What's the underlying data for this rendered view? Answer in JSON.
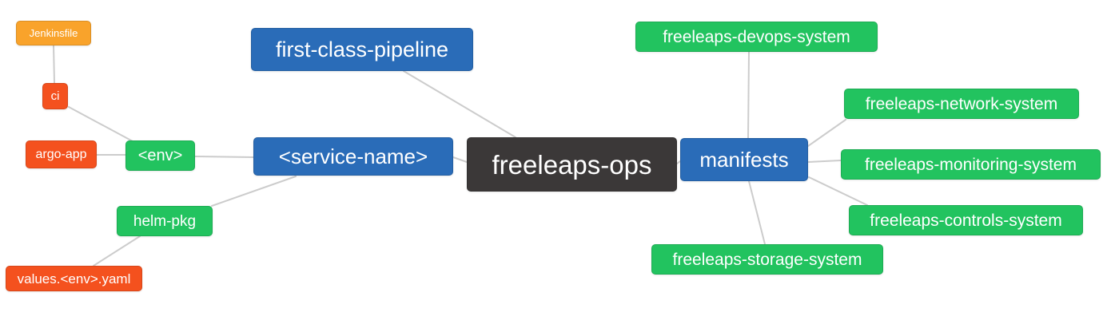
{
  "diagram": {
    "title": "freeleaps-ops mind map",
    "background": "#ffffff",
    "edge_color": "#cccccc",
    "text_color": "#ffffff",
    "palette": {
      "blue": "#2a6cb8",
      "green": "#22c35f",
      "red": "#f4511e",
      "orange": "#f9a32b",
      "dark": "#3b3838"
    },
    "nodes": [
      {
        "id": "jenkinsfile",
        "label": "Jenkinsfile",
        "color": "orange"
      },
      {
        "id": "ci",
        "label": "ci",
        "color": "red"
      },
      {
        "id": "argo-app",
        "label": "argo-app",
        "color": "red"
      },
      {
        "id": "env",
        "label": "<env>",
        "color": "green"
      },
      {
        "id": "helm-pkg",
        "label": "helm-pkg",
        "color": "green"
      },
      {
        "id": "values-env-yaml",
        "label": "values.<env>.yaml",
        "color": "red"
      },
      {
        "id": "first-class-pipeline",
        "label": "first-class-pipeline",
        "color": "blue"
      },
      {
        "id": "service-name",
        "label": "<service-name>",
        "color": "blue"
      },
      {
        "id": "freeleaps-ops",
        "label": "freeleaps-ops",
        "color": "dark"
      },
      {
        "id": "manifests",
        "label": "manifests",
        "color": "blue"
      },
      {
        "id": "freeleaps-devops-system",
        "label": "freeleaps-devops-system",
        "color": "green"
      },
      {
        "id": "freeleaps-network-system",
        "label": "freeleaps-network-system",
        "color": "green"
      },
      {
        "id": "freeleaps-monitoring-system",
        "label": "freeleaps-monitoring-system",
        "color": "green"
      },
      {
        "id": "freeleaps-controls-system",
        "label": "freeleaps-controls-system",
        "color": "green"
      },
      {
        "id": "freeleaps-storage-system",
        "label": "freeleaps-storage-system",
        "color": "green"
      }
    ],
    "edges": [
      [
        "jenkinsfile",
        "ci"
      ],
      [
        "ci",
        "env"
      ],
      [
        "argo-app",
        "env"
      ],
      [
        "env",
        "service-name"
      ],
      [
        "service-name",
        "helm-pkg"
      ],
      [
        "helm-pkg",
        "values-env-yaml"
      ],
      [
        "first-class-pipeline",
        "freeleaps-ops"
      ],
      [
        "service-name",
        "freeleaps-ops"
      ],
      [
        "freeleaps-ops",
        "manifests"
      ],
      [
        "manifests",
        "freeleaps-devops-system"
      ],
      [
        "manifests",
        "freeleaps-network-system"
      ],
      [
        "manifests",
        "freeleaps-monitoring-system"
      ],
      [
        "manifests",
        "freeleaps-controls-system"
      ],
      [
        "manifests",
        "freeleaps-storage-system"
      ]
    ]
  }
}
